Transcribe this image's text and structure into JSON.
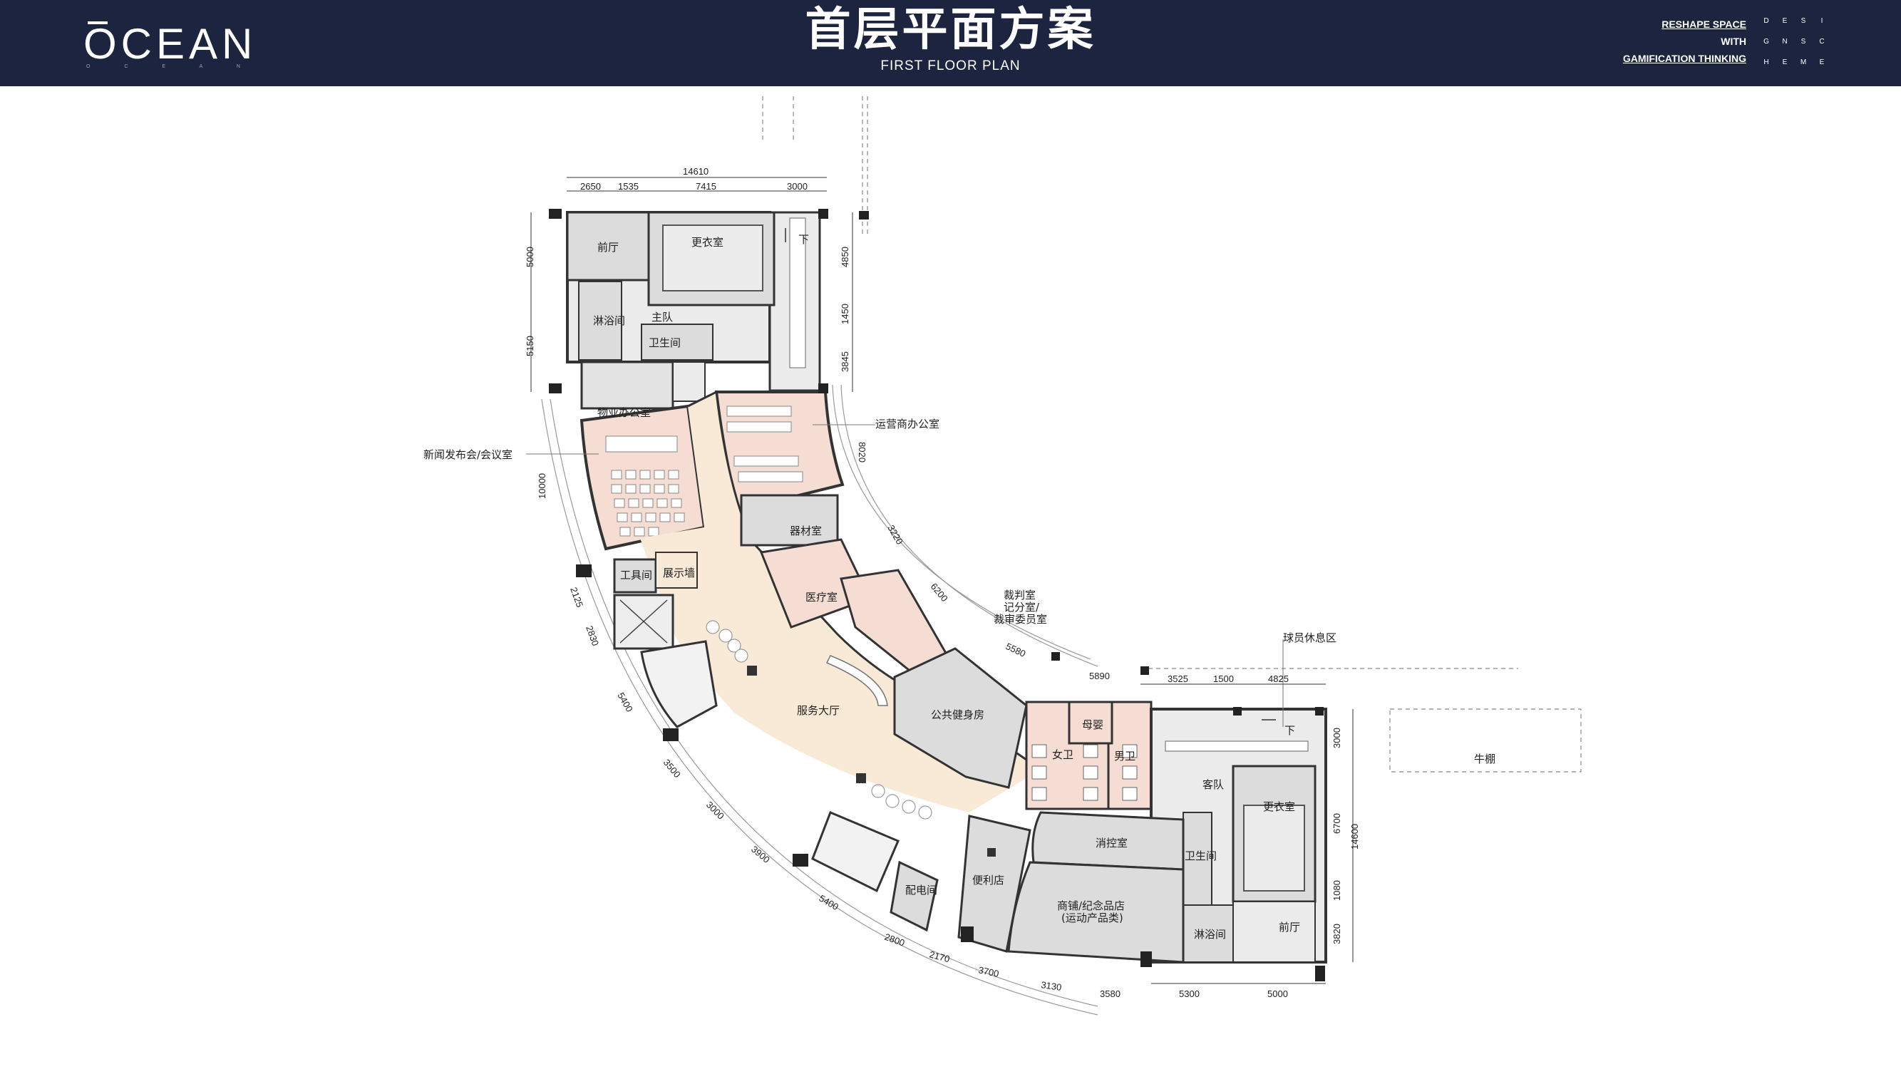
{
  "header": {
    "logo": "OCEAN",
    "logo_sub": "O C E A N",
    "title": "首层平面方案",
    "subtitle": "FIRST FLOOR PLAN",
    "tagline": [
      "RESHAPE SPACE",
      "WITH",
      "GAMIFICATION THINKING"
    ],
    "grid_letters": [
      "D",
      "E",
      "S",
      "I",
      "G",
      "N",
      "S",
      "C",
      "H",
      "E",
      "M",
      "E"
    ]
  },
  "colors": {
    "header_bg": "#1c2440",
    "service_hall": "#f8ead7",
    "pink_zone": "#f5ddd4",
    "grey_zone": "#dcdcdc",
    "light_grey": "#ebebeb",
    "wall": "#333333"
  },
  "rooms": {
    "front_hall_top": "前厅",
    "changing_top": "更衣室",
    "stairs_down_top": "下",
    "shower_top": "淋浴间",
    "home_team": "主队",
    "toilet_top": "卫生间",
    "property_office": "物业办公室",
    "press_room": "新闻发布会/会议室",
    "operator_office": "运营商办公室",
    "equipment": "器材室",
    "tool_room": "工具间",
    "display_wall": "展示墙",
    "medical": "医疗室",
    "referee_line1": "裁判室",
    "referee_line2": "记分室/",
    "referee_line3": "裁审委员室",
    "player_lounge": "球员休息区",
    "service_hall": "服务大厅",
    "gym": "公共健身房",
    "mother_baby": "母婴",
    "women_wc": "女卫",
    "men_wc": "男卫",
    "stairs_down_right": "下",
    "away_team": "客队",
    "changing_right": "更衣室",
    "fire_control": "消控室",
    "toilet_right": "卫生间",
    "convenience": "便利店",
    "distribution": "配电间",
    "shop_line1": "商铺/纪念品店",
    "shop_line2": "(运动产品类)",
    "shower_right": "淋浴间",
    "front_hall_right": "前厅",
    "bullpen": "牛棚"
  },
  "dims": {
    "top_total": "14610",
    "top_a": "2650",
    "top_b": "1535",
    "top_c": "7415",
    "top_d": "3000",
    "left_a": "5000",
    "left_b": "5150",
    "right_a": "4850",
    "right_b": "1450",
    "right_c": "3845",
    "arc_in_a": "8020",
    "arc_in_b": "3220",
    "arc_in_c": "6200",
    "arc_in_d": "5580",
    "arc_in_e": "5890",
    "arc_out_a": "10000",
    "arc_out_b": "2125",
    "arc_out_c": "2830",
    "arc_out_d": "5400",
    "arc_out_e": "3500",
    "arc_out_f": "3000",
    "arc_out_g": "3900",
    "arc_out_h": "5400",
    "arc_out_i": "2800",
    "arc_out_j": "2170",
    "arc_out_k": "3700",
    "arc_out_l": "3130",
    "arc_out_m": "3580",
    "right_top_a": "3525",
    "right_top_b": "1500",
    "right_top_c": "4825",
    "right_side_a": "3000",
    "right_side_b": "6700",
    "right_side_total": "14600",
    "right_side_c": "1080",
    "right_side_d": "3820",
    "bottom_a": "5300",
    "bottom_b": "5000"
  }
}
